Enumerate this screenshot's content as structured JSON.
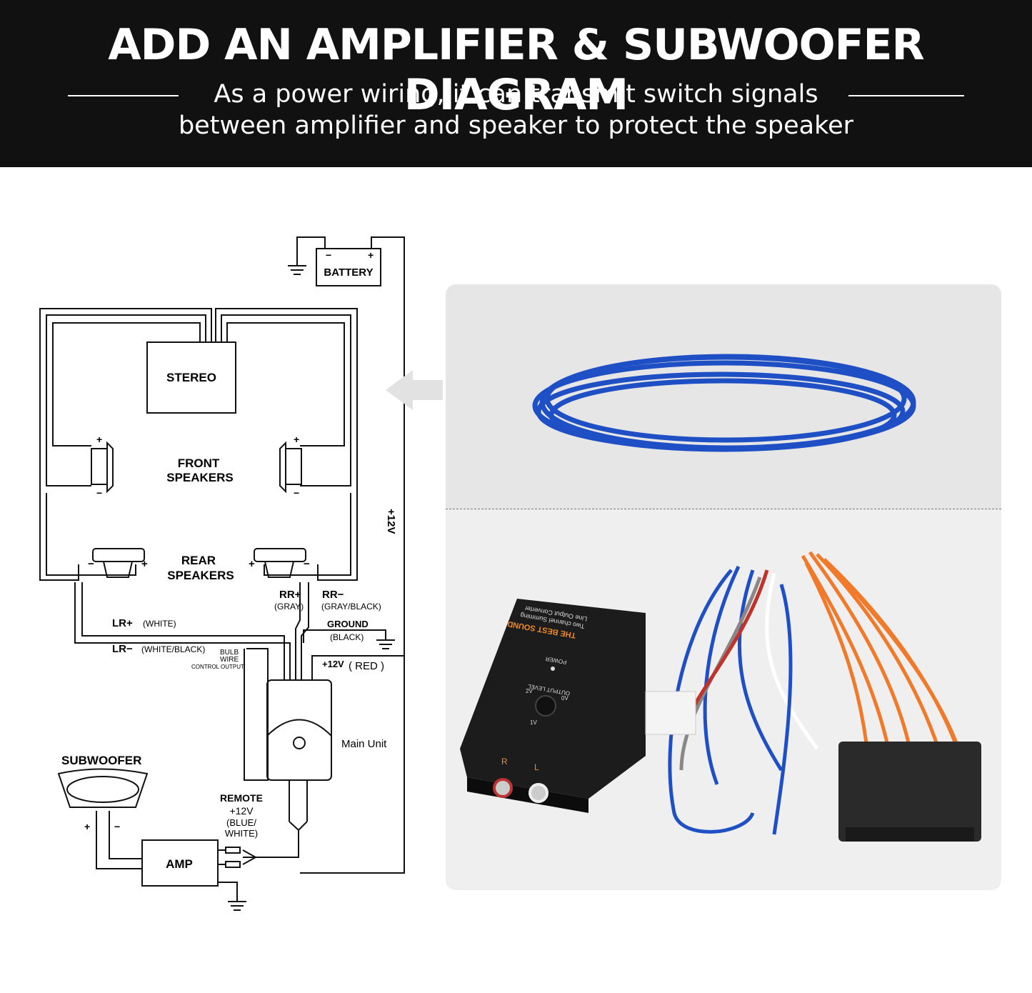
{
  "header": {
    "title": "ADD AN AMPLIFIER & SUBWOOFER DIAGRAM",
    "subtitle_line1": "As a power wiring, it can transmit switch signals",
    "subtitle_line2": "between amplifier and speaker to protect the speaker"
  },
  "diagram": {
    "battery": "BATTERY",
    "battery_minus": "−",
    "battery_plus": "+",
    "stereo": "STEREO",
    "front_line1": "FRONT",
    "front_line2": "SPEAKERS",
    "rear_line1": "REAR",
    "rear_line2": "SPEAKERS",
    "plus12v_vertical": "+12V",
    "rr_plus": "RR+",
    "rr_plus_color": "(GRAY)",
    "rr_minus": "RR−",
    "rr_minus_color": "(GRAY/BLACK)",
    "ground": "GROUND",
    "ground_color": "(BLACK)",
    "lr_plus": "LR+",
    "lr_plus_color": "(WHITE)",
    "lr_minus": "LR−",
    "lr_minus_color": "(WHITE/BLACK)",
    "bulb_line1": "BULB",
    "bulb_line2": "WIRE",
    "control_output": "CONTROL OUTPUT",
    "plus12v_red": "+12V",
    "red_label": "( RED )",
    "main_unit": "Main Unit",
    "subwoofer": "SUBWOOFER",
    "remote_line1": "REMOTE",
    "remote_line2": "+12V",
    "remote_line3": "(BLUE/",
    "remote_line4": "WHITE)",
    "amp": "AMP",
    "plus": "+",
    "minus": "−"
  },
  "product": {
    "brand": "THE BEST SOUND",
    "line1": "Two channel Summing",
    "line2": "Line Output Converter",
    "power": "POWER",
    "output_level": "OUTPUT LEVEL",
    "level_0v": "0V",
    "level_1v": "1V",
    "level_2v": "2V",
    "right": "R",
    "left": "L"
  },
  "colors": {
    "header_bg": "#111111",
    "wire_blue": "#1f4fc4",
    "wire_orange": "#f07a2a",
    "panel_bg": "#efefef"
  }
}
